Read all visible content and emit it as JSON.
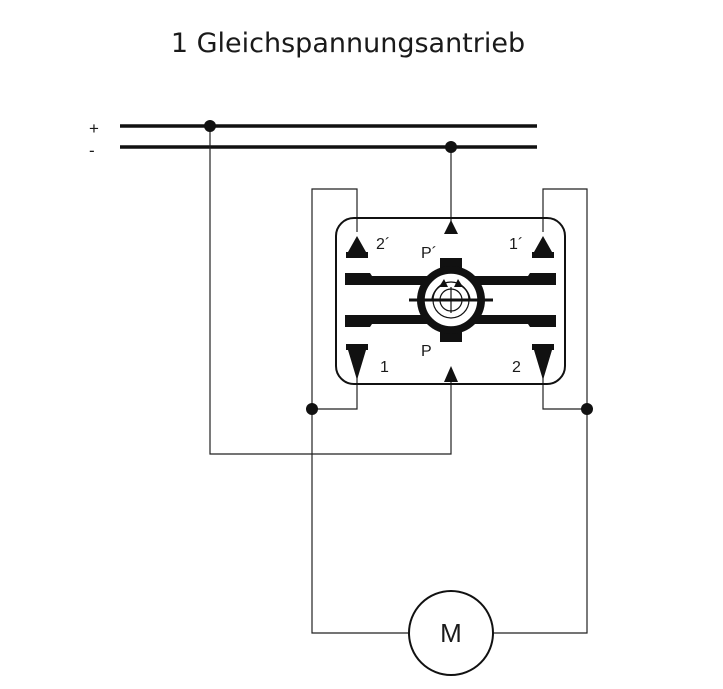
{
  "title": "1 Gleichspannungsantrieb",
  "supply": {
    "plus": "+",
    "minus": "-"
  },
  "ports": {
    "p_prime": "P´",
    "p": "P",
    "one_prime": "1´",
    "two_prime": "2´",
    "one": "1",
    "two": "2"
  },
  "motor": {
    "label": "M"
  },
  "colors": {
    "line": "#111111",
    "background": "#ffffff"
  }
}
